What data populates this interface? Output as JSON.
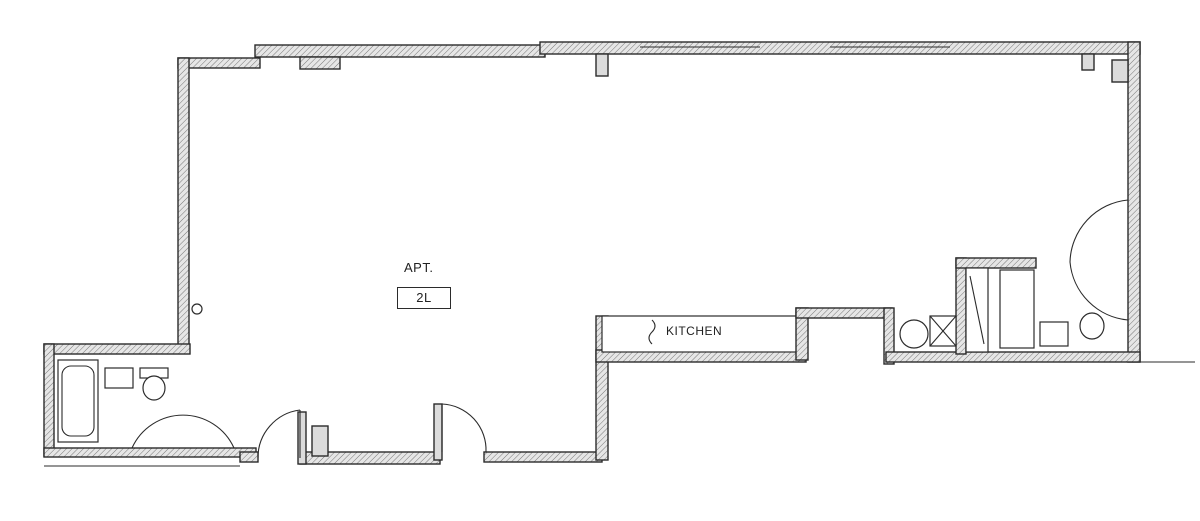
{
  "plan": {
    "apartment_label": "APT.",
    "apartment_number": "2L",
    "rooms": {
      "kitchen": "KITCHEN"
    },
    "colors": {
      "line": "#2b2b2b",
      "wall_fill": "#dcdcdc",
      "background": "#ffffff"
    }
  }
}
